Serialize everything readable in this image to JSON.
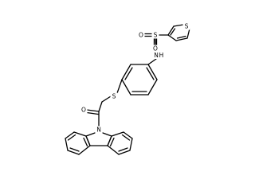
{
  "atoms": {
    "s_thiophene": "S",
    "s_sulfonyl": "S",
    "o_sulfonyl_left": "O",
    "o_sulfonyl_bottom": "O",
    "n_sulfonamide": "N",
    "h_sulfonamide": "H",
    "s_thioether": "S",
    "o_carbonyl": "O",
    "n_carbazole": "N"
  }
}
